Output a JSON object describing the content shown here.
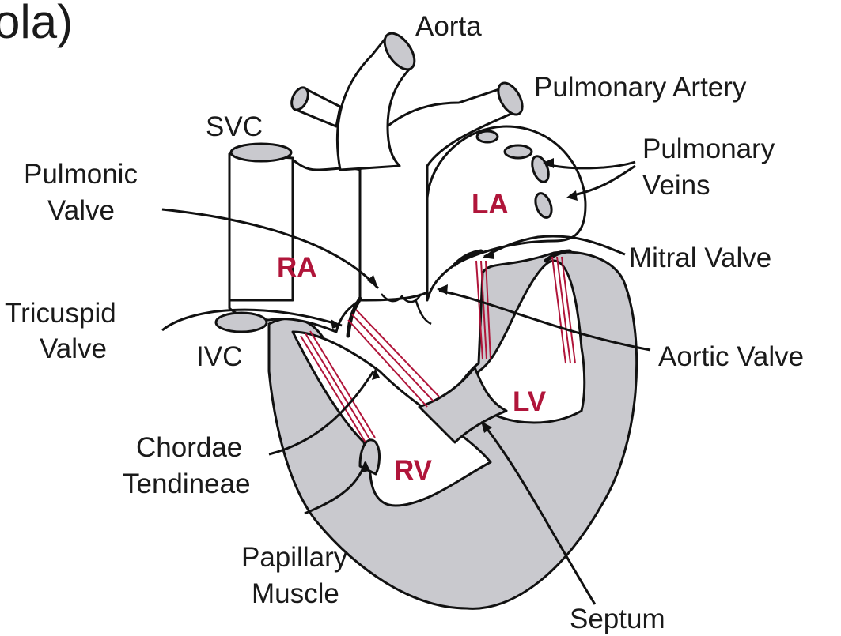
{
  "header_fragment": "ola)",
  "colors": {
    "chamber_label": "#b0153a",
    "muscle_fill": "#c9c9ce",
    "chordae": "#b0153a",
    "outline": "#111111"
  },
  "labels": {
    "aorta": "Aorta",
    "pulmonary_artery": "Pulmonary Artery",
    "svc": "SVC",
    "pulmonary_veins_1": "Pulmonary",
    "pulmonary_veins_2": "Veins",
    "pulmonic_valve_1": "Pulmonic",
    "pulmonic_valve_2": "Valve",
    "mitral_valve": "Mitral Valve",
    "tricuspid_valve_1": "Tricuspid",
    "tricuspid_valve_2": "Valve",
    "ivc": "IVC",
    "aortic_valve": "Aortic Valve",
    "chordae_1": "Chordae",
    "chordae_2": "Tendineae",
    "papillary_1": "Papillary",
    "papillary_2": "Muscle",
    "septum": "Septum"
  },
  "chambers": {
    "la": "LA",
    "ra": "RA",
    "lv": "LV",
    "rv": "RV"
  }
}
